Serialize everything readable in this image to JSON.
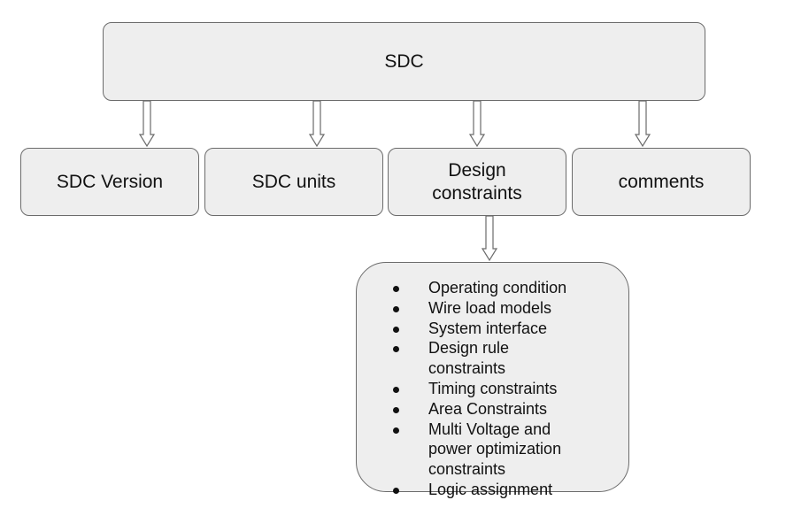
{
  "diagram": {
    "root": {
      "label": "SDC"
    },
    "children": [
      {
        "id": "version",
        "label": "SDC Version"
      },
      {
        "id": "units",
        "label": "SDC units"
      },
      {
        "id": "design",
        "label": "Design constraints"
      },
      {
        "id": "comments",
        "label": "comments"
      }
    ],
    "design_constraints": {
      "items": [
        "Operating condition",
        "Wire load models",
        "System interface",
        "Design rule constraints",
        "Timing constraints",
        "Area Constraints",
        "Multi Voltage and power optimization constraints",
        "Logic assignment"
      ]
    },
    "colors": {
      "box_fill": "#eeeeee",
      "box_border": "#6b6b6b",
      "arrow": "#6b6b6b",
      "text": "#111111"
    }
  }
}
